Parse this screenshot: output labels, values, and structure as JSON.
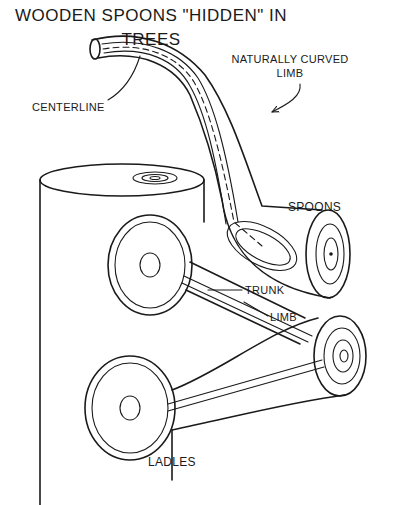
{
  "diagram": {
    "title": "WOODEN SPOONS \"HIDDEN\" IN TREES",
    "labels": [
      "NATURALLY CURVED LIMB",
      "CENTERLINE",
      "SPOONS",
      "TRUNK",
      "LIMB",
      "LADLES"
    ]
  }
}
